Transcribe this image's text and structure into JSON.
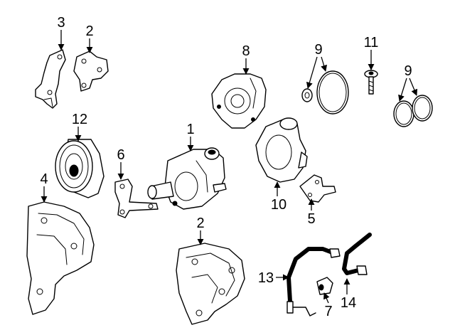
{
  "callouts": {
    "c3": "3",
    "c2_top": "2",
    "c8": "8",
    "c9_left": "9",
    "c11": "11",
    "c9_right": "9",
    "c12": "12",
    "c1": "1",
    "c6": "6",
    "c4": "4",
    "c10": "10",
    "c5": "5",
    "c2_bottom": "2",
    "c13": "13",
    "c7": "7",
    "c14": "14"
  },
  "colors": {
    "ink": "#000000",
    "paper": "#ffffff"
  }
}
